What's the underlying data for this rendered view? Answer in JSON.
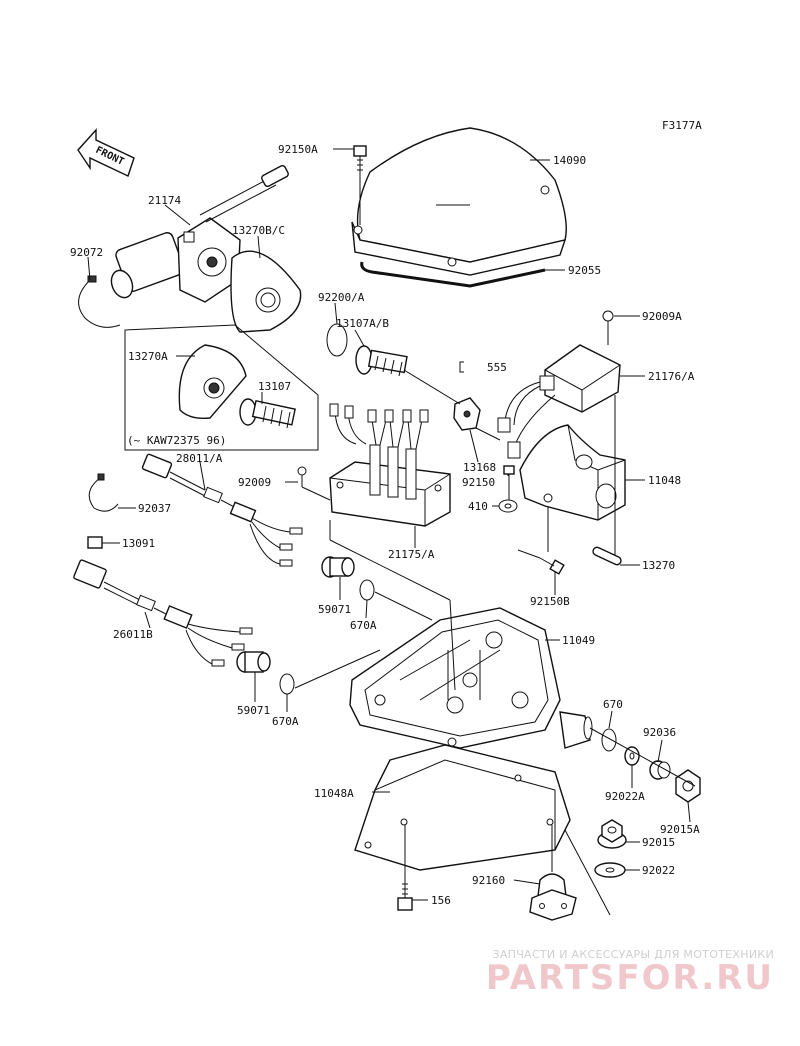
{
  "figure_code": "F3177A",
  "front_label": "FRONT",
  "note": "(~ KAW72375 96)",
  "callouts": {
    "c92150A": "92150A",
    "c14090": "14090",
    "c21174": "21174",
    "c13270BC": "13270B/C",
    "c92072": "92072",
    "c92055": "92055",
    "c92200A": "92200/A",
    "c13107AB": "13107A/B",
    "c92009A": "92009A",
    "c555": "555",
    "c21176A": "21176/A",
    "c13270A": "13270A",
    "c13107": "13107",
    "c28011A": "28011/A",
    "c13168": "13168",
    "c92150": "92150",
    "c11048": "11048",
    "c92009": "92009",
    "c410": "410",
    "c92037": "92037",
    "c13091": "13091",
    "c21175A": "21175/A",
    "c13270": "13270",
    "c92150B": "92150B",
    "c59071a": "59071",
    "c670Aa": "670A",
    "c26011B": "26011B",
    "c11049": "11049",
    "c59071b": "59071",
    "c670Ab": "670A",
    "c670": "670",
    "c92036": "92036",
    "c11048A": "11048A",
    "c92022A": "92022A",
    "c92015A": "92015A",
    "c92015": "92015",
    "c92160": "92160",
    "c92022": "92022",
    "c156": "156"
  },
  "watermark": {
    "subtitle": "ЗАПЧАСТИ И АКСЕССУАРЫ ДЛЯ МОТОТЕХНИКИ",
    "brand": "PARTSFOR.RU",
    "color": "#e8a0a8"
  }
}
